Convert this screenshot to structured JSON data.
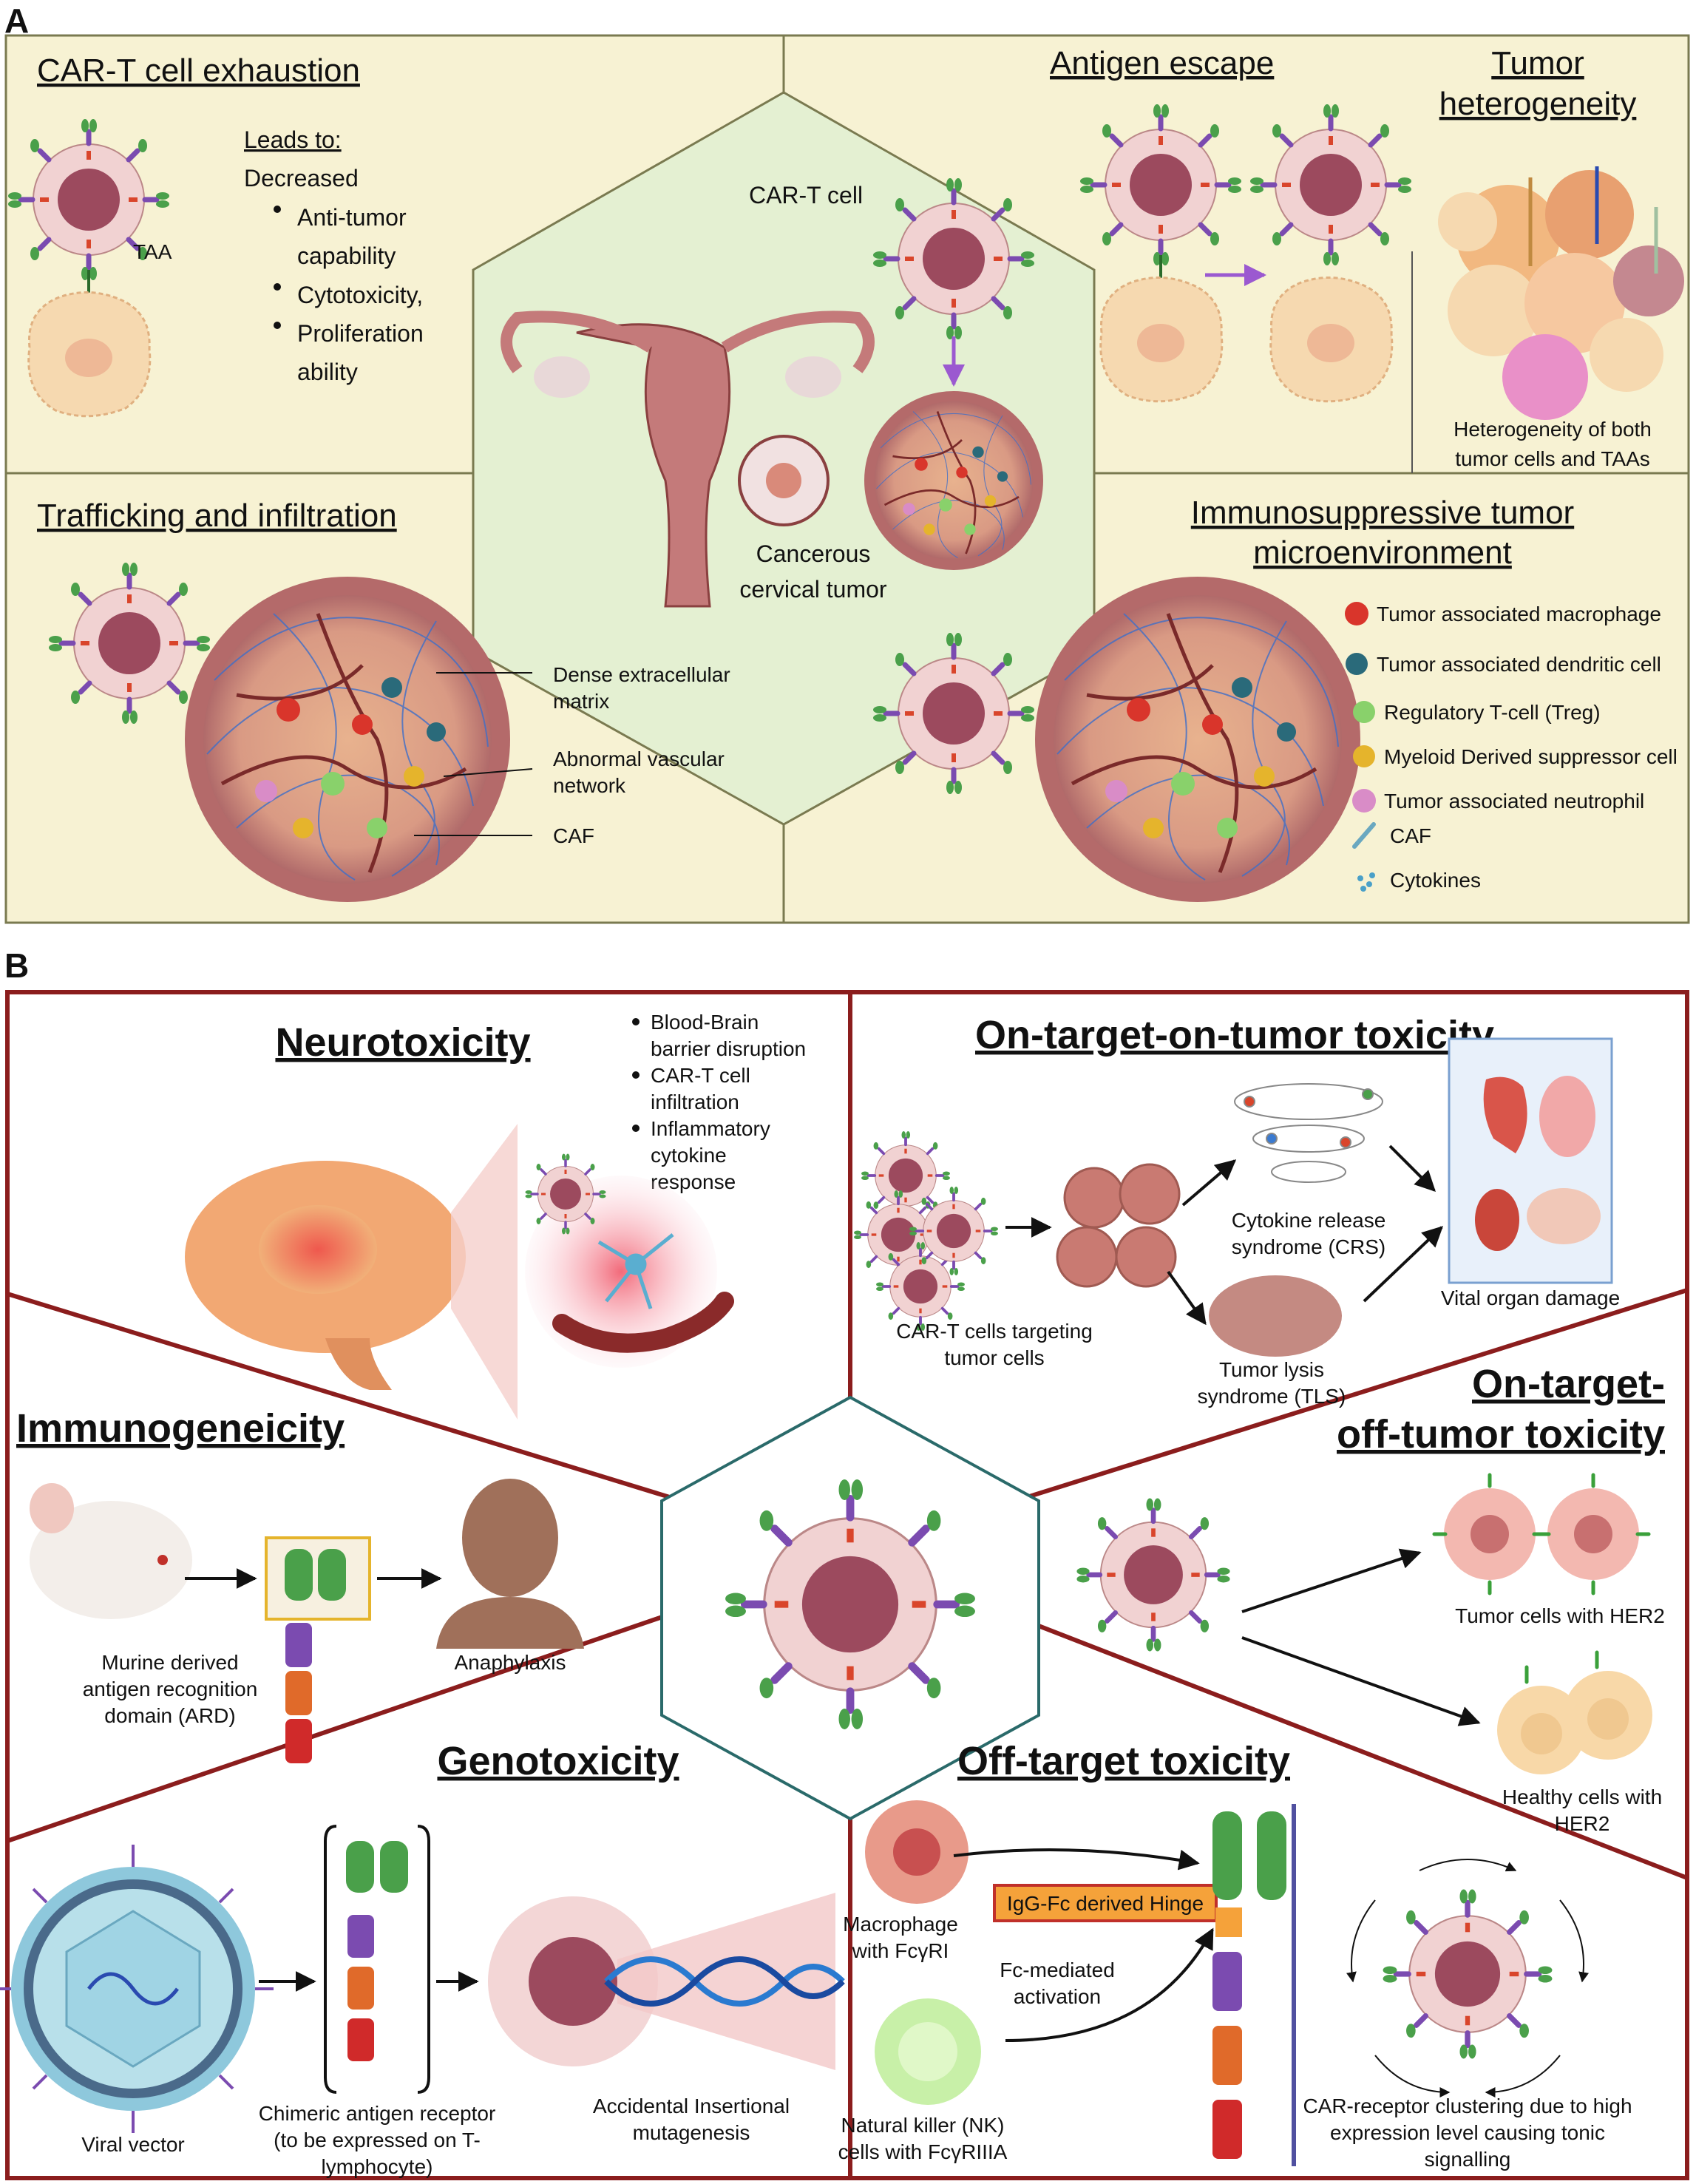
{
  "panel_a": {
    "letter": "A",
    "exhaustion": {
      "title": "CAR-T cell exhaustion",
      "tag": "TAA",
      "leads_to": "Leads to:",
      "decreased": "Decreased",
      "bullets": [
        "Anti-tumor",
        "capability",
        "Cytotoxicity,",
        "Proliferation",
        "ability"
      ]
    },
    "antigen_escape": {
      "title": "Antigen escape"
    },
    "tumor_het": {
      "title_line1": "Tumor",
      "title_line2": "heterogeneity",
      "caption_line1": "Heterogeneity of both",
      "caption_line2": "tumor cells and TAAs"
    },
    "center": {
      "car_label": "CAR-T cell",
      "tumor_line1": "Cancerous",
      "tumor_line2": "cervical tumor"
    },
    "trafficking": {
      "title": "Trafficking and infiltration",
      "labels": [
        "Dense extracellular",
        "matrix",
        "Abnormal vascular",
        "network",
        "CAF"
      ]
    },
    "immunosuppressive": {
      "title_line1": "Immunosuppressive tumor",
      "title_line2": "microenvironment",
      "legend": [
        "Tumor associated macrophage",
        "Tumor associated dendritic cell",
        "Regulatory T-cell (Treg)",
        "Myeloid Derived suppressor cell",
        "Tumor associated neutrophil",
        "CAF",
        "Cytokines"
      ]
    }
  },
  "panel_b": {
    "letter": "B",
    "neuro": {
      "title": "Neurotoxicity",
      "bullets": [
        "Blood-Brain",
        "barrier disruption",
        "CAR-T cell",
        "infiltration",
        "Inflammatory",
        "cytokine",
        "response"
      ]
    },
    "on_target_on_tumor": {
      "title": "On-target-on-tumor toxicity",
      "car_line1": "CAR-T cells targeting",
      "car_line2": "tumor cells",
      "crs_line1": "Cytokine release",
      "crs_line2": "syndrome (CRS)",
      "tls_line1": "Tumor lysis",
      "tls_line2": "syndrome (TLS)",
      "organ": "Vital organ damage"
    },
    "immunogeneicity": {
      "title": "Immunogeneicity",
      "murine_line1": "Murine derived",
      "murine_line2": "antigen recognition",
      "murine_line3": "domain (ARD)",
      "anaphylaxis": "Anaphylaxis"
    },
    "on_target_off_tumor": {
      "title_line1": "On-target-",
      "title_line2": "off-tumor toxicity",
      "tumor_her2": "Tumor cells with HER2",
      "healthy_line1": "Healthy cells with",
      "healthy_line2": "HER2"
    },
    "genotoxicity": {
      "title": "Genotoxicity",
      "viral": "Viral vector",
      "chimeric_line1": "Chimeric antigen  receptor",
      "chimeric_line2": "(to be expressed on T-",
      "chimeric_line3": "lymphocyte)",
      "accidental_line1": "Accidental Insertional",
      "accidental_line2": "mutagenesis"
    },
    "off_target": {
      "title": "Off-target toxicity",
      "macrophage_line1": "Macrophage",
      "macrophage_line2": "with FcγRI",
      "hinge": "IgG-Fc derived Hinge",
      "fc_line1": "Fc-mediated",
      "fc_line2": "activation",
      "nk_line1": "Natural killer (NK)",
      "nk_line2": "cells with FcγRIIIA",
      "clustering_line1": "CAR-receptor clustering due to high",
      "clustering_line2": "expression level causing tonic",
      "clustering_line3": "signalling"
    }
  },
  "colors": {
    "panel_a_bg": "#f7f2d3",
    "panel_a_center": "#e4f0d2",
    "border_a": "#7a7a50",
    "border_b": "#8b1d1d",
    "tcell_outer": "#f1d2d2",
    "tcell_nucleus": "#9c4a5e",
    "tumor_cell": "#f6d9b0",
    "purple_arrow": "#9b59d0",
    "hex_b": "#2a6a6a"
  }
}
